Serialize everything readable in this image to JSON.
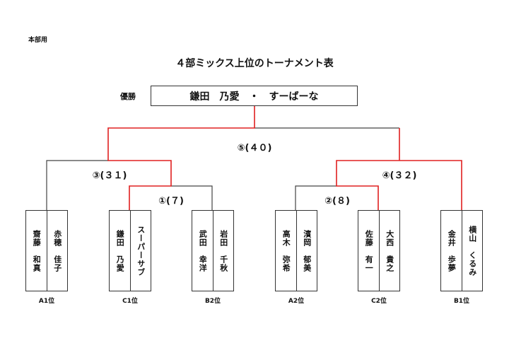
{
  "header": {
    "note": "本部用",
    "title": "４部ミックス上位のトーナメント表"
  },
  "champion": {
    "label": "優勝",
    "value": "鎌田　乃愛　・　すーばーな"
  },
  "matches": {
    "m1": "①(７)",
    "m2": "②(８)",
    "m3": "③(３１)",
    "m4": "④(３２)",
    "m5": "⑤(４０)"
  },
  "pairs": [
    {
      "seed": "A1位",
      "p1": "齋藤　和真",
      "p2": "赤穂　佳子"
    },
    {
      "seed": "C1位",
      "p1": "鎌田　乃愛",
      "p2": "スーパーサブ"
    },
    {
      "seed": "B2位",
      "p1": "武田　幸洋",
      "p2": "岩田　千秋"
    },
    {
      "seed": "A2位",
      "p1": "高木　弥希",
      "p2": "濱岡　郁美"
    },
    {
      "seed": "C2位",
      "p1": "佐藤　有一",
      "p2": "大西　貴之"
    },
    {
      "seed": "B1位",
      "p1": "金井　歩夢",
      "p2": "横山　くるみ"
    }
  ],
  "colors": {
    "winner_line": "#e02020",
    "line": "#444444"
  }
}
